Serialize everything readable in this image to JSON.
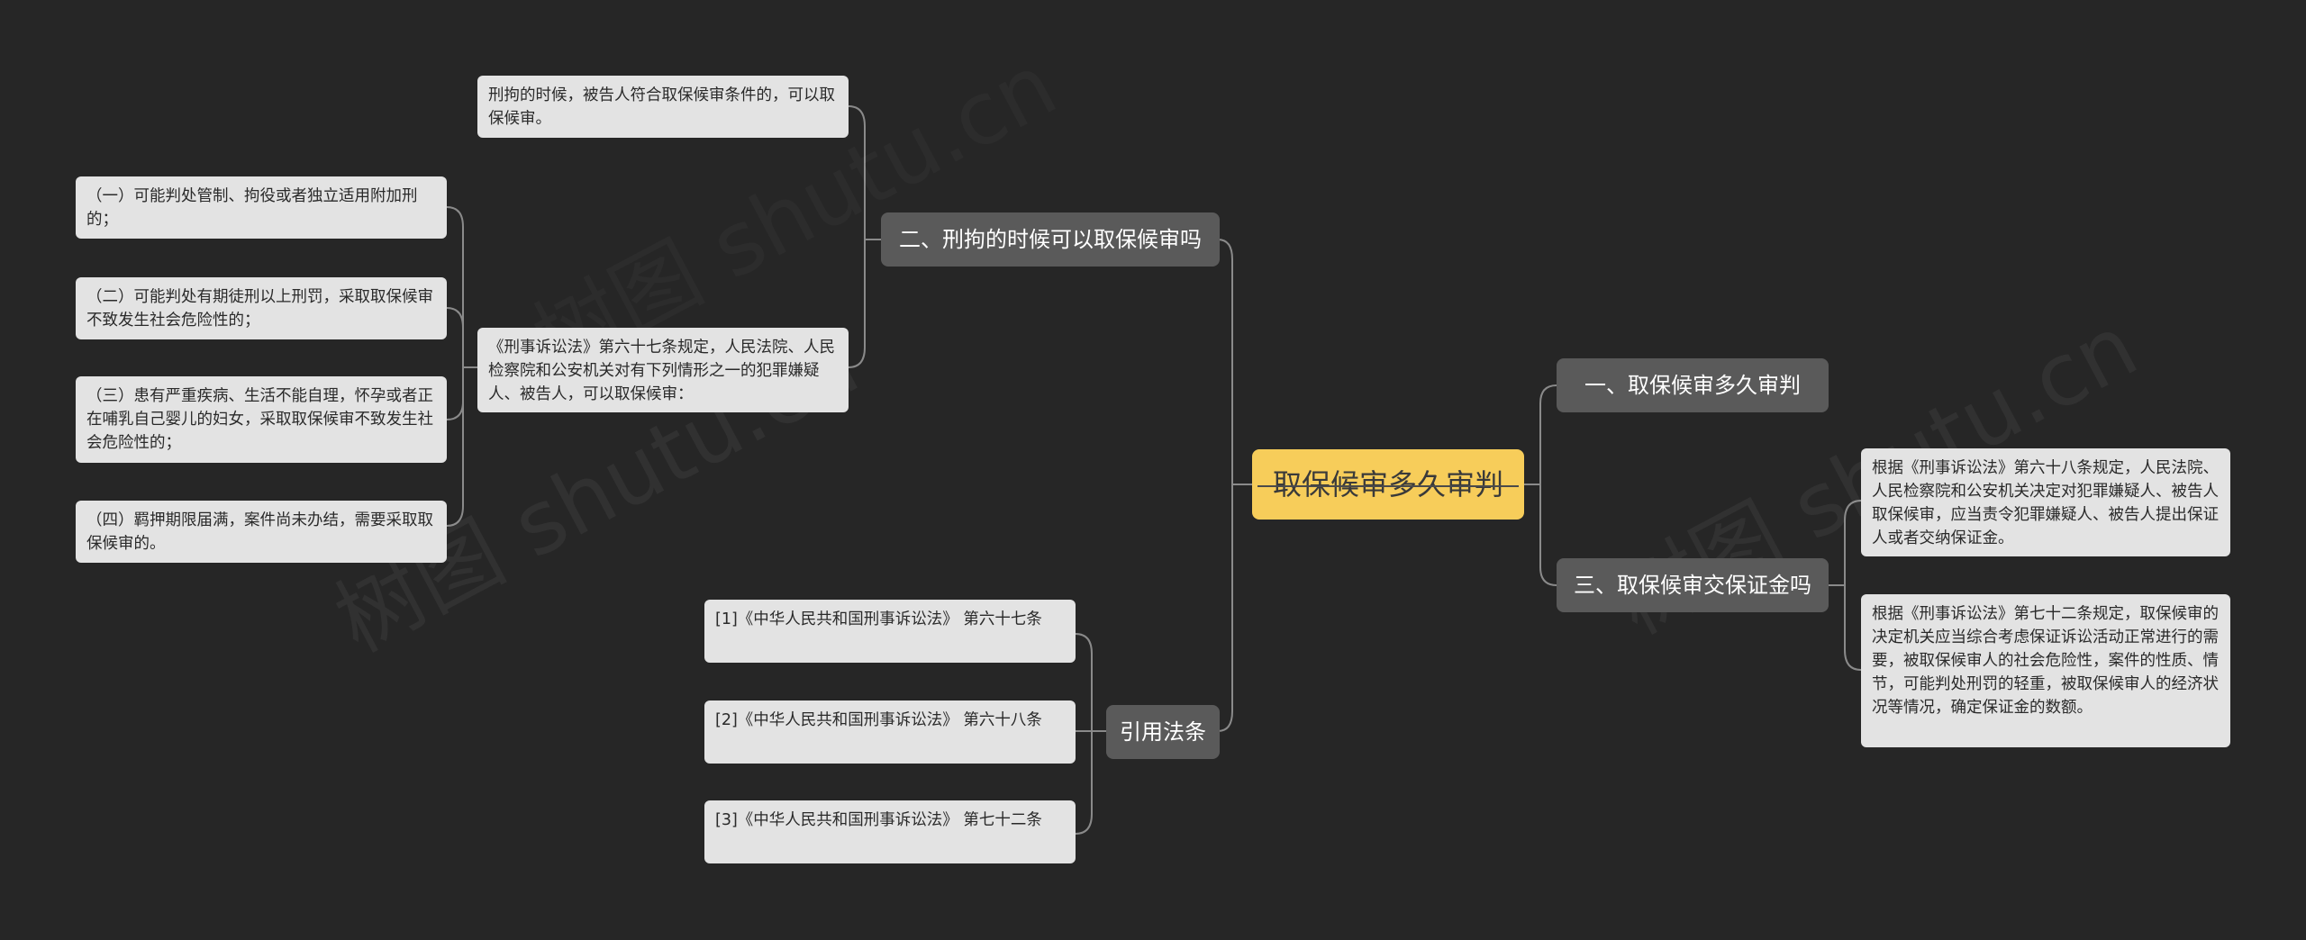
{
  "root": {
    "label": "取保候审多久审判"
  },
  "branches": [
    {
      "id": "b1",
      "label": "二、刑拘的时候可以取保候审吗"
    },
    {
      "id": "b2",
      "label": "引用法条"
    },
    {
      "id": "b3",
      "label": "一、取保候审多久审判"
    },
    {
      "id": "b4",
      "label": "三、取保候审交保证金吗"
    }
  ],
  "leaves": {
    "b1_l1": "刑拘的时候，被告人符合取保候审条件的，可以取保候审。",
    "b1_l2": "《刑事诉讼法》第六十七条规定，人民法院、人民检察院和公安机关对有下列情形之一的犯罪嫌疑人、被告人，可以取保候审：",
    "b1_l2_c1": "（一）可能判处管制、拘役或者独立适用附加刑的；",
    "b1_l2_c2": "（二）可能判处有期徒刑以上刑罚，采取取保候审不致发生社会危险性的；",
    "b1_l2_c3": "（三）患有严重疾病、生活不能自理，怀孕或者正在哺乳自己婴儿的妇女，采取取保候审不致发生社会危险性的；",
    "b1_l2_c4": "（四）羁押期限届满，案件尚未办结，需要采取取保候审的。",
    "b2_l1": "[1]《中华人民共和国刑事诉讼法》 第六十七条",
    "b2_l2": "[2]《中华人民共和国刑事诉讼法》 第六十八条",
    "b2_l3": "[3]《中华人民共和国刑事诉讼法》 第七十二条",
    "b4_l1": "根据《刑事诉讼法》第六十八条规定，人民法院、人民检察院和公安机关决定对犯罪嫌疑人、被告人取保候审，应当责令犯罪嫌疑人、被告人提出保证人或者交纳保证金。",
    "b4_l2": "根据《刑事诉讼法》第七十二条规定，取保候审的决定机关应当综合考虑保证诉讼活动正常进行的需要，被取保候审人的社会危险性，案件的性质、情节，可能判处刑罚的轻重，被取保候审人的经济状况等情况，确定保证金的数额。"
  },
  "watermarks": [
    "树图 shutu.cn",
    "树图 shutu.cn",
    "树图 shutu.cn"
  ],
  "colors": {
    "root": "#f7cd5a",
    "branch": "#5a5a5a",
    "leaf": "#e3e3e3",
    "line": "#8a8a8a",
    "background": "#262626"
  }
}
